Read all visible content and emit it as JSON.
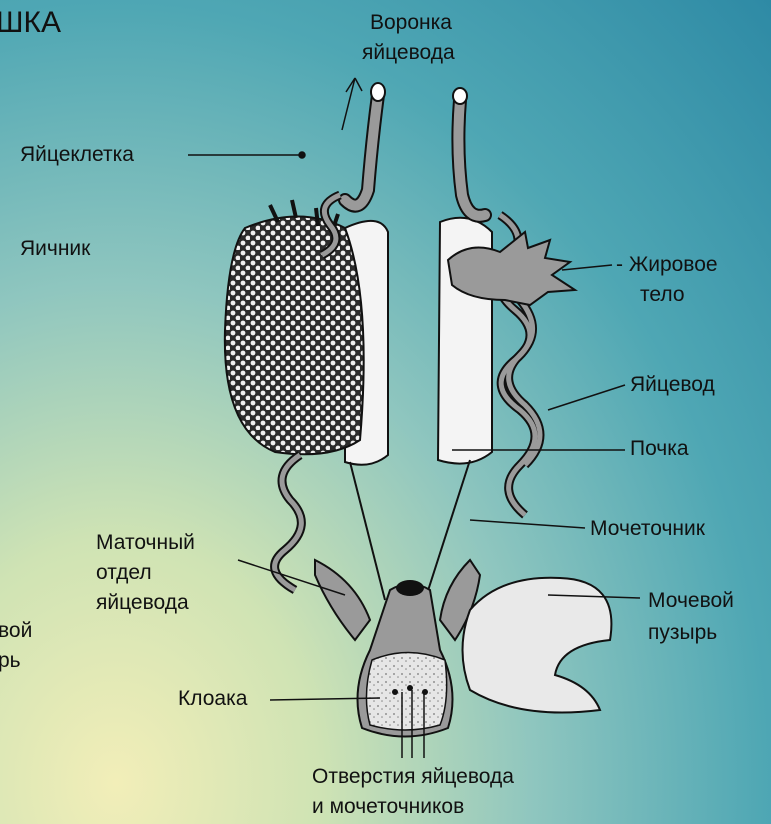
{
  "title_fragment": "ШКА",
  "left_fragment": {
    "line1": "вой",
    "line2": "рь"
  },
  "labels": {
    "funnel_line1": "Воронка",
    "funnel_line2": "яйцевода",
    "egg": "Яйцеклетка",
    "ovary": "Яичник",
    "fat_body_line1": "- Жировое",
    "fat_body_line2": "тело",
    "oviduct": "Яйцевод",
    "kidney": "Почка",
    "ureter": "Мочеточник",
    "uterine_line1": "Маточный",
    "uterine_line2": "отдел",
    "uterine_line3": "яйцевода",
    "bladder_line1": "Мочевой",
    "bladder_line2": "пузырь",
    "cloaca": "Клоака",
    "openings_line1": "Отверстия яйцевода",
    "openings_line2": "и мочеточников"
  },
  "colors": {
    "outline": "#111111",
    "organ_gray": "#9a9a9a",
    "kidney_white": "#f4f4f4",
    "ovary_dark": "#2b2b2b"
  }
}
